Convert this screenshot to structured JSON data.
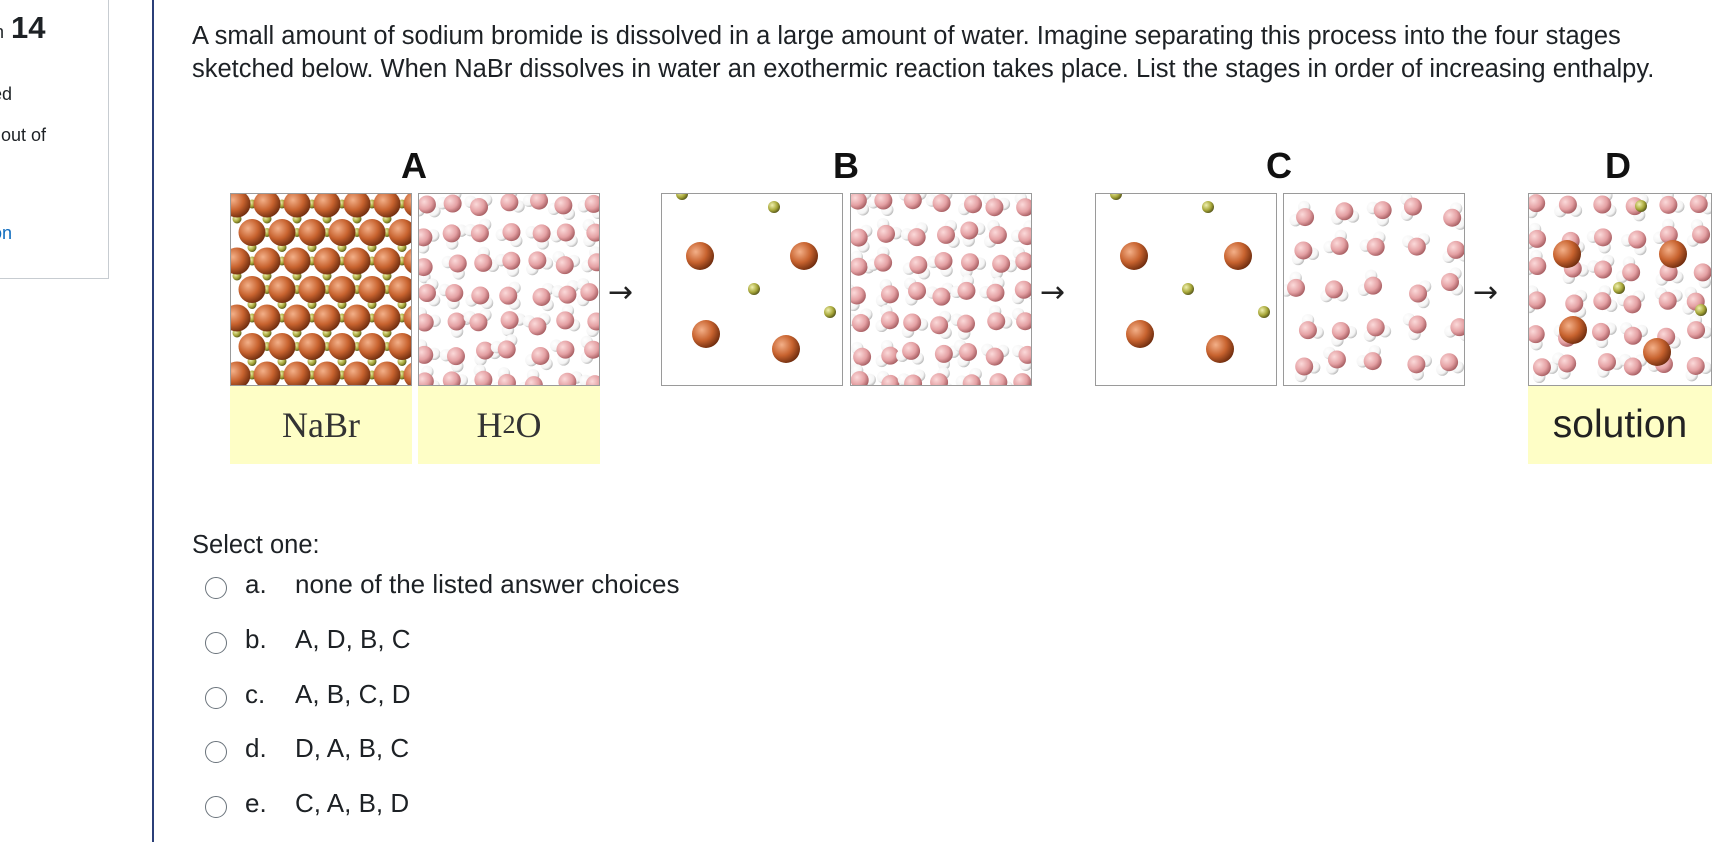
{
  "question_info": {
    "number_prefix": "on",
    "number": "14",
    "status_fragment": "ed",
    "marks_fragment": "l out of",
    "flag_fragment_1": "l",
    "flag_fragment_2": "on"
  },
  "question": {
    "text": "A small amount of sodium bromide is dissolved in a large amount of water. Imagine separating this process into the four stages sketched below. When NaBr dissolves in water an exothermic reaction takes place. List the stages in order of increasing enthalpy."
  },
  "figure": {
    "stages": [
      "A",
      "B",
      "C",
      "D"
    ],
    "labels": {
      "nabr": "NaBr",
      "h2o_h": "H",
      "h2o_sub": "2",
      "h2o_o": "O",
      "solution": "solution"
    },
    "arrow": "→",
    "colors": {
      "na_ion": "#c8632f",
      "br_ion": "#a8a83a",
      "water_o": "#e4a0a3",
      "water_h": "#f4f4f4",
      "label_bg": "#fefec6"
    }
  },
  "answers": {
    "prompt": "Select one:",
    "options": [
      {
        "letter": "a.",
        "text": "none of the listed answer choices"
      },
      {
        "letter": "b.",
        "text": "A, D, B, C"
      },
      {
        "letter": "c.",
        "text": "A, B, C, D"
      },
      {
        "letter": "d.",
        "text": "D, A, B, C"
      },
      {
        "letter": "e.",
        "text": "C, A, B, D"
      }
    ]
  }
}
